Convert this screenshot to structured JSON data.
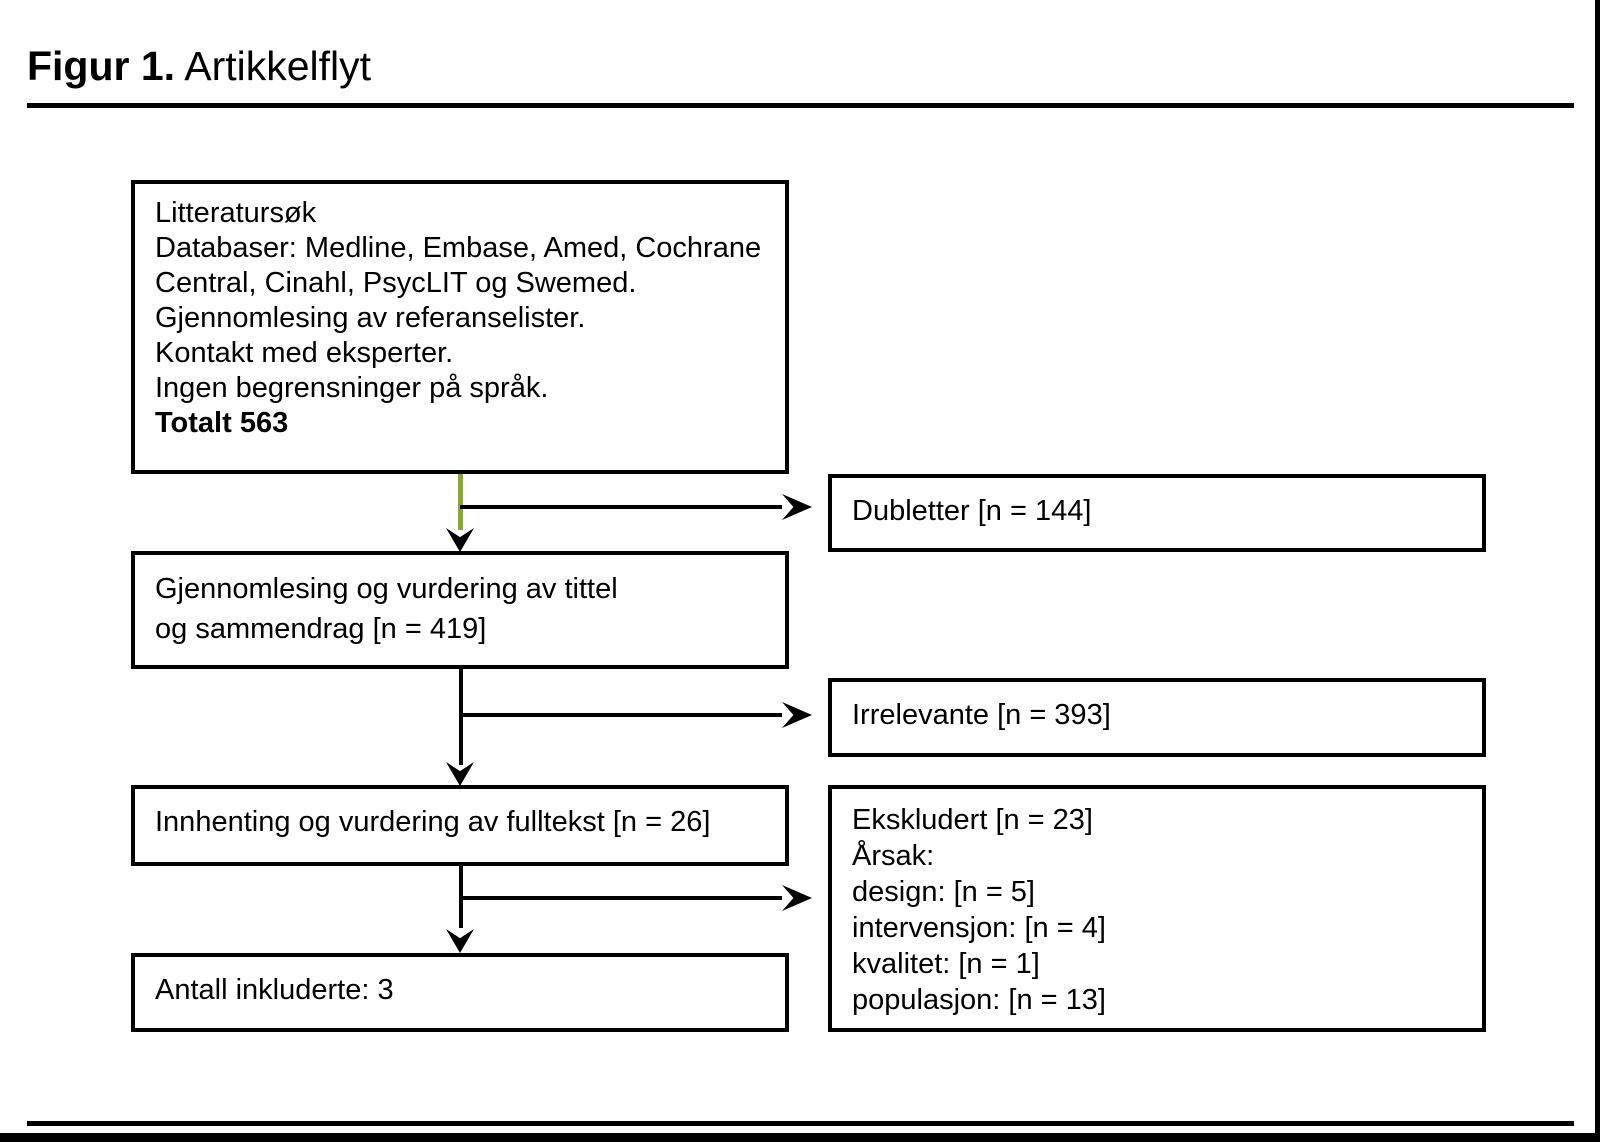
{
  "title": {
    "label": "Figur 1.",
    "text": "Artikkelflyt"
  },
  "colors": {
    "box_border": "#000000",
    "arrow_black": "#000000",
    "arrow_green": "#8CA43C",
    "background": "#FFFFFF",
    "text": "#000000"
  },
  "boxes": {
    "litteratursok": {
      "lines": [
        "Litteratursøk",
        "Databaser: Medline, Embase, Amed, Cochrane",
        "Central, Cinahl, PsycLIT og Swemed.",
        "Gjennomlesing av referanselister.",
        "Kontakt med eksperter.",
        "Ingen begrensninger på språk."
      ],
      "total": "Totalt 563"
    },
    "tittel_sammendrag": {
      "lines": [
        "Gjennomlesing og vurdering av tittel",
        "og sammendrag [n = 419]"
      ]
    },
    "fulltekst": {
      "text": "Innhenting og vurdering av fulltekst [n = 26]"
    },
    "inkluderte": {
      "text": "Antall inkluderte: 3"
    },
    "dubletter": {
      "text": "Dubletter [n = 144]"
    },
    "irrelevante": {
      "text": "Irrelevante [n = 393]"
    },
    "ekskludert": {
      "lines": [
        "Ekskludert [n = 23]",
        "Årsak:",
        "design: [n = 5]",
        "intervensjon: [n = 4]",
        "kvalitet: [n = 1]",
        "populasjon: [n = 13]"
      ]
    }
  },
  "flow_values": {
    "totalt_identifisert": 563,
    "dubletter": 144,
    "tittel_sammendrag_vurdert": 419,
    "irrelevante": 393,
    "fulltekst_vurdert": 26,
    "ekskludert": 23,
    "ekskludert_design": 5,
    "ekskludert_intervensjon": 4,
    "ekskludert_kvalitet": 1,
    "ekskludert_populasjon": 13,
    "inkluderte": 3
  }
}
